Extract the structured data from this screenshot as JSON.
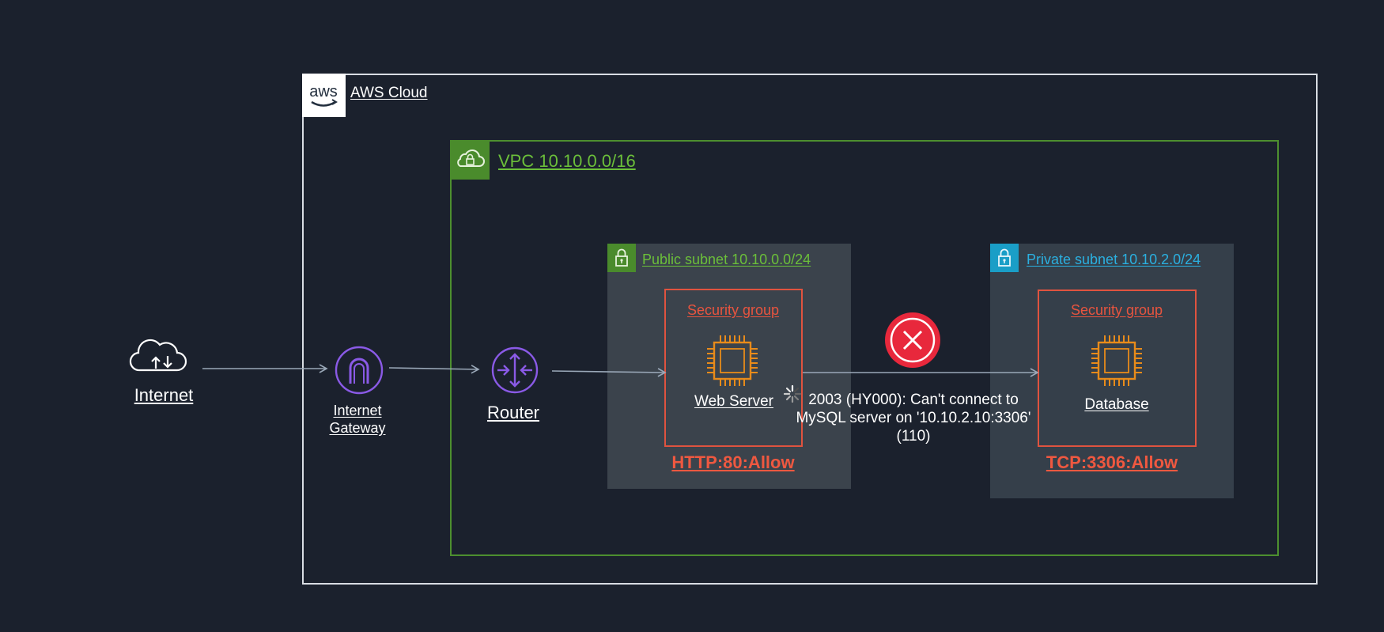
{
  "aws_cloud": {
    "title": "AWS Cloud",
    "logo_text": "aws"
  },
  "vpc": {
    "title": "VPC 10.10.0.0/16"
  },
  "public_subnet": {
    "title": "Public subnet 10.10.0.0/24"
  },
  "private_subnet": {
    "title": "Private subnet 10.10.2.0/24"
  },
  "web_server": {
    "sg_label": "Security group",
    "label": "Web Server",
    "rule": "HTTP:80:Allow"
  },
  "database": {
    "sg_label": "Security group",
    "label": "Database",
    "rule": "TCP:3306:Allow"
  },
  "internet": {
    "label": "Internet"
  },
  "internet_gateway": {
    "label_line1": "Internet",
    "label_line2": "Gateway"
  },
  "router": {
    "label": "Router"
  },
  "error": {
    "line1": "2003 (HY000): Can't connect to",
    "line2": "MySQL server on '10.10.2.10:3306'",
    "line3": "(110)"
  },
  "colors": {
    "background": "#1b212d",
    "vpc_green": "#4a8b2c",
    "private_blue": "#1a9ec7",
    "security_red": "#e0533f",
    "ec2_orange": "#e88b1a",
    "network_purple": "#8a5ae6",
    "error_red": "#e8283c"
  }
}
